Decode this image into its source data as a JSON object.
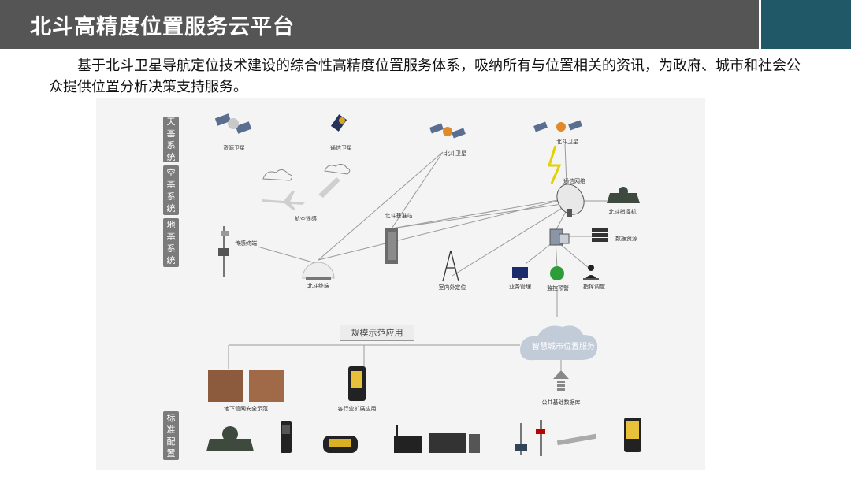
{
  "header": {
    "title": "北斗高精度位置服务云平台"
  },
  "intro": "基于北斗卫星导航定位技术建设的综合性高精度位置服务体系，吸纳所有与位置相关的资讯，为政府、城市和社会公众提供位置分析决策支持服务。",
  "colors": {
    "header_bg": "#555555",
    "accent": "#215868",
    "side_tab": "#7b7b7b",
    "satellite_panel": "#5a6e8f"
  },
  "side_tabs": [
    "天基系统",
    "空基系统",
    "地基系统",
    "标准配置"
  ],
  "labels": {
    "resource_sat": "资源卫星",
    "comm_sat": "通信卫星",
    "beidou_sat_1": "北斗卫星",
    "beidou_sat_2": "北斗卫星",
    "comm_network": "通信网络",
    "beidou_command": "北斗指挥机",
    "aviation_remote": "航空遥感",
    "beidou_base": "北斗基准站",
    "sensor_terminal": "传感终端",
    "data_resource": "数据资源",
    "beidou_terminal": "北斗终端",
    "indoor_outdoor": "室内外定位",
    "business_mgmt": "业务管理",
    "monitor_warning": "监控预警",
    "command_dispatch": "指挥调度",
    "demo_app": "规模示范应用",
    "smart_city": "智慧城市位置服务",
    "underground_demo": "地下管网安全示范",
    "industry_app": "各行业扩展应用",
    "public_db": "公共基础数据库"
  }
}
